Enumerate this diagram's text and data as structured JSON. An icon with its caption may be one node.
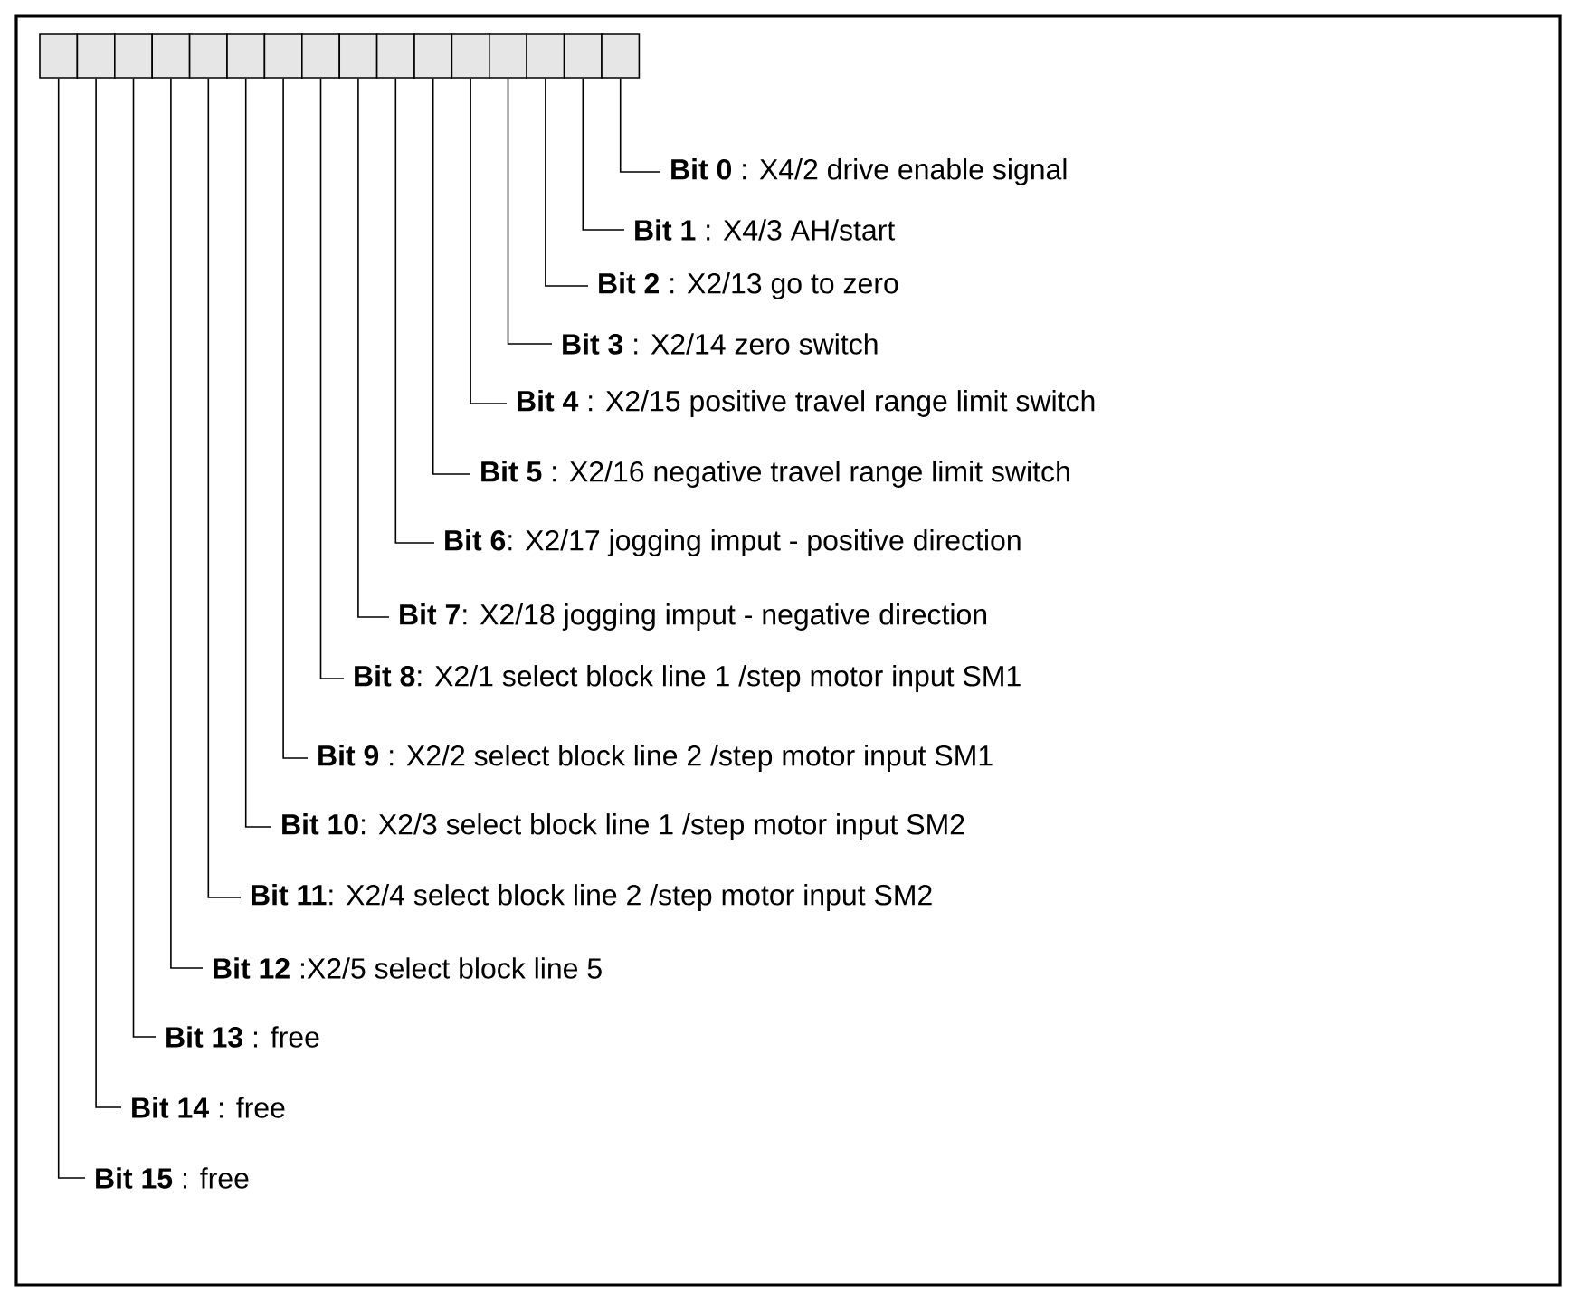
{
  "diagram": {
    "nodes": [
      {
        "text": [],
        "shape": "box"
      },
      {
        "text": [],
        "shape": "box"
      },
      {
        "text": [],
        "shape": "box"
      },
      {
        "text": [],
        "shape": "box"
      },
      {
        "text": [],
        "shape": "box"
      },
      {
        "text": [],
        "shape": "box"
      },
      {
        "text": [],
        "shape": "box"
      },
      {
        "text": [],
        "shape": "box"
      },
      {
        "text": [],
        "shape": "box"
      },
      {
        "text": [],
        "shape": "box"
      },
      {
        "text": [],
        "shape": "box"
      },
      {
        "text": [],
        "shape": "box"
      },
      {
        "text": [],
        "shape": "box"
      },
      {
        "text": [],
        "shape": "box"
      },
      {
        "text": [],
        "shape": "box"
      },
      {
        "text": [],
        "shape": "box"
      },
      {
        "text": [
          "**Bit 0** : X4/2 drive enable signal"
        ]
      },
      {
        "text": [
          "**Bit 1** : X4/3 AH/start"
        ]
      },
      {
        "text": [
          "**Bit 2** : X2/13 go to zero"
        ]
      },
      {
        "text": [
          "**Bit 3** : X2/14 zero switch"
        ]
      },
      {
        "text": [
          "**Bit 4** : X2/15 positive travel range limit switch"
        ]
      },
      {
        "text": [
          "**Bit 5** : X2/16 negative travel range limit switch"
        ]
      },
      {
        "text": [
          "**Bit 6**: X2/17 jogging imput - positive direction"
        ]
      },
      {
        "text": [
          "**Bit 7**: X2/18 jogging imput - negative direction"
        ]
      },
      {
        "text": [
          "**Bit 8**: X2/1 select block line 1 /step motor input SM1"
        ]
      },
      {
        "text": [
          "**Bit 9** : X2/2 select block line 2 /step motor input SM1"
        ]
      },
      {
        "text": [
          "**Bit 10**: X2/3 select block line 1 /step motor input SM2"
        ]
      },
      {
        "text": [
          "**Bit 11**: X2/4 select block line 2 /step motor input SM2"
        ]
      },
      {
        "text": [
          "**Bit 12** :X2/5 select block line 5"
        ]
      },
      {
        "text": [
          "**Bit 13** : free"
        ]
      },
      {
        "text": [
          "**Bit 14** : free"
        ]
      },
      {
        "text": [
          "**Bit 15** : free"
        ]
      }
    ],
    "edges": [
      {
        "from": 16,
        "to": 15,
        "arrow": "none"
      },
      {
        "from": 17,
        "to": 14,
        "arrow": "none"
      },
      {
        "from": 18,
        "to": 13,
        "arrow": "none"
      },
      {
        "from": 19,
        "to": 12,
        "arrow": "none"
      },
      {
        "from": 20,
        "to": 11,
        "arrow": "none"
      },
      {
        "from": 21,
        "to": 10,
        "arrow": "none"
      },
      {
        "from": 22,
        "to": 9,
        "arrow": "none"
      },
      {
        "from": 23,
        "to": 8,
        "arrow": "none"
      },
      {
        "from": 24,
        "to": 7,
        "arrow": "none"
      },
      {
        "from": 25,
        "to": 6,
        "arrow": "none"
      },
      {
        "from": 26,
        "to": 5,
        "arrow": "none"
      },
      {
        "from": 27,
        "to": 4,
        "arrow": "none"
      },
      {
        "from": 28,
        "to": 3,
        "arrow": "none"
      },
      {
        "from": 29,
        "to": 2,
        "arrow": "none"
      },
      {
        "from": 30,
        "to": 1,
        "arrow": "none"
      },
      {
        "from": 31,
        "to": 0,
        "arrow": "none"
      }
    ]
  }
}
